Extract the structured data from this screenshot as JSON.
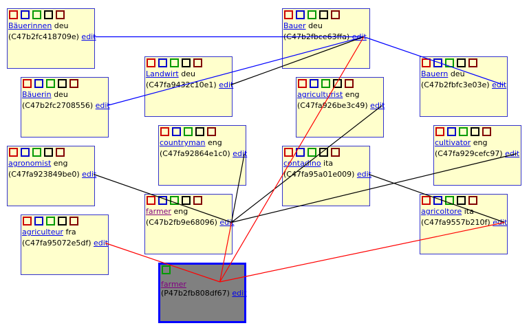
{
  "square_colors": [
    "#cc0000",
    "#0000cc",
    "#009900",
    "#000000",
    "#800000"
  ],
  "edge_colors": {
    "blue": "#0000ff",
    "black": "#000000",
    "red": "#ff0000"
  },
  "edit_label": "edit",
  "nodes": [
    {
      "key": "bauerinnen",
      "word": "Bäuerinnen",
      "lang": "deu",
      "id": "(C47b2fc418709e)"
    },
    {
      "key": "bauer",
      "word": "Bauer",
      "lang": "deu",
      "id": "(C47b2fbce63ffa)"
    },
    {
      "key": "landwirt",
      "word": "Landwirt",
      "lang": "deu",
      "id": "(C47fa9432c10e1)"
    },
    {
      "key": "bauerin",
      "word": "Bäuerin",
      "lang": "deu",
      "id": "(C47b2fc2708556)"
    },
    {
      "key": "agriculturist",
      "word": "agriculturist",
      "lang": "eng",
      "id": "(C47fa926be3c49)"
    },
    {
      "key": "bauern",
      "word": "Bauern",
      "lang": "deu",
      "id": "(C47b2fbfc3e03e)"
    },
    {
      "key": "countryman",
      "word": "countryman",
      "lang": "eng",
      "id": "(C47fa92864e1c0)"
    },
    {
      "key": "agronomist",
      "word": "agronomist",
      "lang": "eng",
      "id": "(C47fa923849be0)"
    },
    {
      "key": "contadino",
      "word": "contadino",
      "lang": "ita",
      "id": "(C47fa95a01e009)"
    },
    {
      "key": "cultivator",
      "word": "cultivator",
      "lang": "eng",
      "id": "(C47fa929cefc97)"
    },
    {
      "key": "farmer_eng",
      "word": "farmer",
      "lang": "eng",
      "id": "(C47b2fb9e68096)"
    },
    {
      "key": "agriculteur",
      "word": "agriculteur",
      "lang": "fra",
      "id": "(C47fa95072e5df)"
    },
    {
      "key": "agricoltore",
      "word": "agricoltore",
      "lang": "ita",
      "id": "(C47fa9557b210f)"
    },
    {
      "key": "farmer_concept",
      "word": "farmer",
      "lang": "",
      "id": "(P47b2fb808df67)"
    }
  ],
  "edges": [
    {
      "from": "bauerinnen",
      "to": "bauer",
      "color": "blue"
    },
    {
      "from": "bauer",
      "to": "bauerin",
      "color": "blue"
    },
    {
      "from": "bauer",
      "to": "bauern",
      "color": "blue"
    },
    {
      "from": "bauer",
      "to": "landwirt",
      "color": "black"
    },
    {
      "from": "farmer_eng",
      "to": "countryman",
      "color": "black"
    },
    {
      "from": "farmer_eng",
      "to": "agronomist",
      "color": "black"
    },
    {
      "from": "farmer_eng",
      "to": "agriculturist",
      "color": "black"
    },
    {
      "from": "farmer_eng",
      "to": "cultivator",
      "color": "black"
    },
    {
      "from": "contadino",
      "to": "agricoltore",
      "color": "black"
    },
    {
      "from": "farmer_concept",
      "to": "bauer",
      "color": "red"
    },
    {
      "from": "farmer_concept",
      "to": "farmer_eng",
      "color": "red"
    },
    {
      "from": "farmer_concept",
      "to": "agriculteur",
      "color": "red"
    },
    {
      "from": "farmer_concept",
      "to": "agricoltore",
      "color": "red"
    }
  ]
}
